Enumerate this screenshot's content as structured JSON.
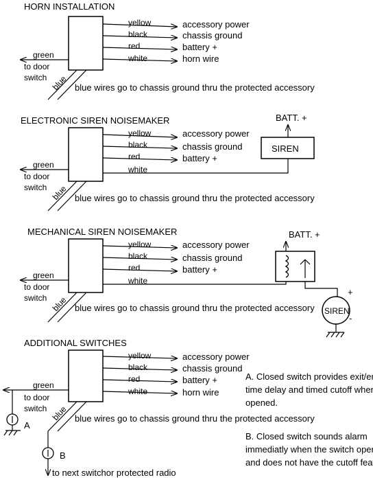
{
  "sections": [
    {
      "heading": "HORN INSTALLATION",
      "wires": [
        {
          "color": "yellow",
          "dest": "accessory power"
        },
        {
          "color": "black",
          "dest": "chassis ground"
        },
        {
          "color": "red",
          "dest": "battery +"
        },
        {
          "color": "white",
          "dest": "horn wire"
        }
      ],
      "green_label": "green",
      "door_label_1": "to door",
      "door_label_2": "switch",
      "blue_label": "blue",
      "blue_note": "blue wires go to chassis ground thru the protected accessory"
    },
    {
      "heading": "ELECTRONIC SIREN NOISEMAKER",
      "wires": [
        {
          "color": "yellow",
          "dest": "accessory power"
        },
        {
          "color": "black",
          "dest": "chassis ground"
        },
        {
          "color": "red",
          "dest": "battery +"
        },
        {
          "color": "white",
          "dest": ""
        }
      ],
      "green_label": "green",
      "door_label_1": "to door",
      "door_label_2": "switch",
      "blue_label": "blue",
      "blue_note": "blue wires go to chassis ground thru the protected accessory",
      "siren_label": "SIREN",
      "batt_label": "BATT. +"
    },
    {
      "heading": "MECHANICAL SIREN NOISEMAKER",
      "wires": [
        {
          "color": "yellow",
          "dest": "accessory power"
        },
        {
          "color": "black",
          "dest": "chassis ground"
        },
        {
          "color": "red",
          "dest": "battery +"
        },
        {
          "color": "white",
          "dest": ""
        }
      ],
      "green_label": "green",
      "door_label_1": "to door",
      "door_label_2": "switch",
      "blue_label": "blue",
      "blue_note": "blue wires go to chassis ground thru the protected accessory",
      "batt_label": "BATT. +",
      "motor_label": "SIREN",
      "plus": "+",
      "minus": "-"
    },
    {
      "heading": "ADDITIONAL SWITCHES",
      "wires": [
        {
          "color": "yellow",
          "dest": "accessory power"
        },
        {
          "color": "black",
          "dest": "chassis ground"
        },
        {
          "color": "red",
          "dest": "battery +"
        },
        {
          "color": "white",
          "dest": "horn wire"
        }
      ],
      "green_label": "green",
      "door_label_1": "to door",
      "door_label_2": "switch",
      "blue_label": "blue",
      "blue_note": "blue wires go to chassis ground thru the protected accessory",
      "switch_a": "A",
      "switch_b": "B",
      "next_switch": "to next switchor protected radio",
      "note_a": [
        "A.  Closed switch provides exit/entry",
        "time delay and timed cutoff when",
        "opened."
      ],
      "note_b": [
        "B.  Closed switch sounds alarm",
        "immediatly when the switch opens",
        "and does not have the cutoff feature."
      ]
    }
  ]
}
